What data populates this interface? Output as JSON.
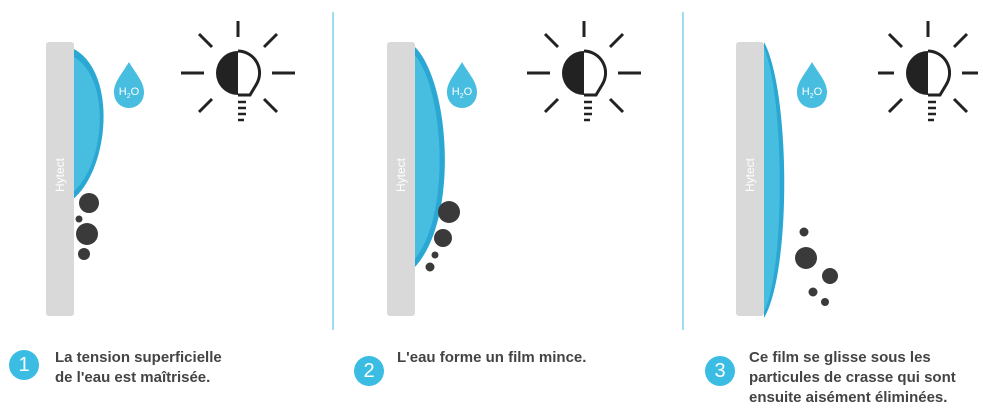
{
  "colors": {
    "water": "#47bde0",
    "water_dark": "#2aa8d3",
    "panel": "#d9d9d9",
    "dirt": "#3a3a3a",
    "icon": "#222222",
    "divider": "#3bbde3",
    "badge": "#3bbde3"
  },
  "icons": [
    "water-drop-icon",
    "lightbulb-icon"
  ],
  "panel_label": "Hytect",
  "drop_label": {
    "main": "H",
    "sub": "2",
    "tail": "O"
  },
  "steps": [
    {
      "number": "1",
      "lines": [
        "La tension superficielle",
        "de l'eau est maîtrisée."
      ]
    },
    {
      "number": "2",
      "lines": [
        "L'eau forme un film mince."
      ]
    },
    {
      "number": "3",
      "lines": [
        "Ce film se glisse sous les",
        "particules de crasse qui sont",
        "ensuite aisément éliminées."
      ]
    }
  ]
}
